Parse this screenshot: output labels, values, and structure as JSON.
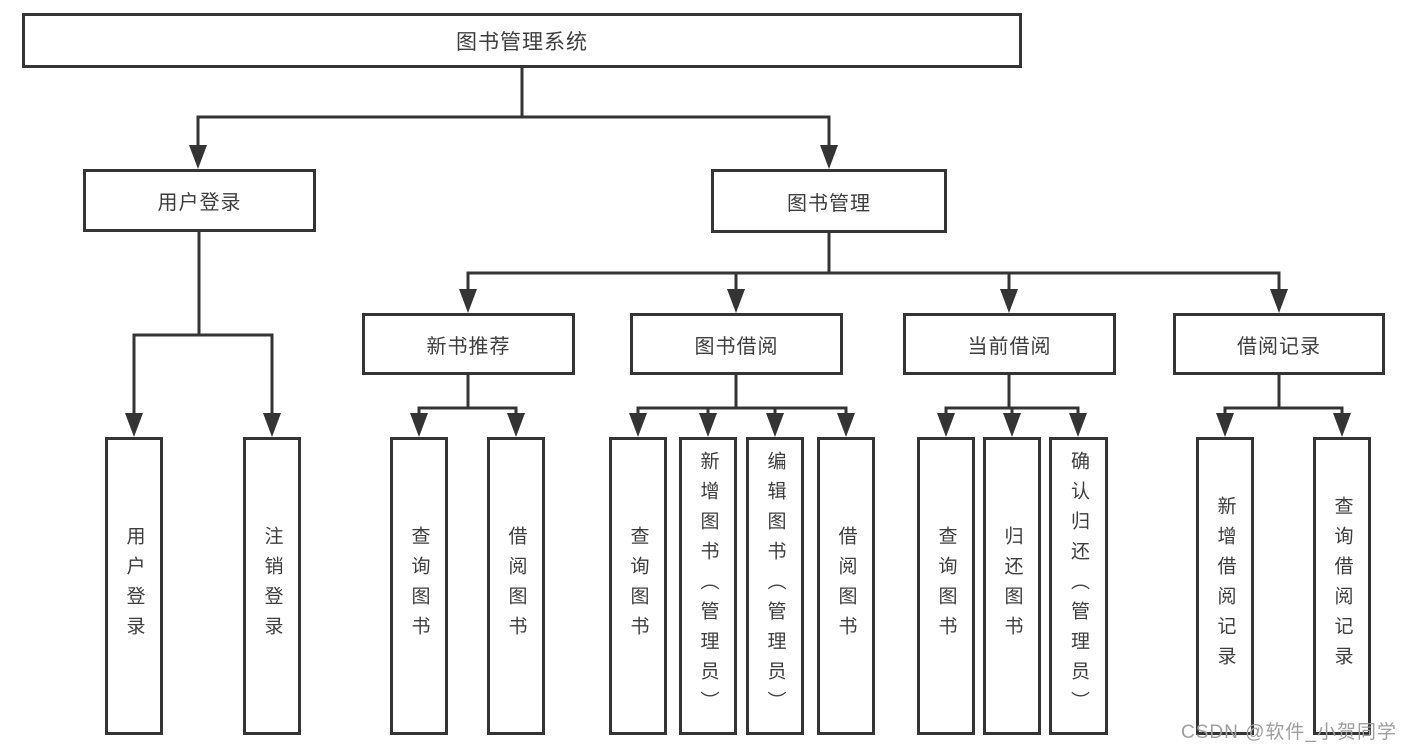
{
  "diagram": {
    "type": "hierarchy-flowchart",
    "tree": {
      "label": "图书管理系统",
      "children": [
        {
          "label": "用户登录",
          "children": [
            {
              "label": "用户登录"
            },
            {
              "label": "注销登录"
            }
          ]
        },
        {
          "label": "图书管理",
          "children": [
            {
              "label": "新书推荐",
              "children": [
                {
                  "label": "查询图书"
                },
                {
                  "label": "借阅图书"
                }
              ]
            },
            {
              "label": "图书借阅",
              "children": [
                {
                  "label": "查询图书"
                },
                {
                  "label": "新增图书（管理员）"
                },
                {
                  "label": "编辑图书（管理员）"
                },
                {
                  "label": "借阅图书"
                }
              ]
            },
            {
              "label": "当前借阅",
              "children": [
                {
                  "label": "查询图书"
                },
                {
                  "label": "归还图书"
                },
                {
                  "label": "确认归还（管理员）"
                }
              ]
            },
            {
              "label": "借阅记录",
              "children": [
                {
                  "label": "新增借阅记录"
                },
                {
                  "label": "查询借阅记录"
                }
              ]
            }
          ]
        }
      ]
    },
    "colors": {
      "line": "#343434",
      "node_text": "#3d3d3d",
      "node_background": "#ffffff",
      "page_background": "#ffffff",
      "watermark": "#9e9e9e"
    }
  },
  "watermark": "CSDN @软件_小贺同学"
}
